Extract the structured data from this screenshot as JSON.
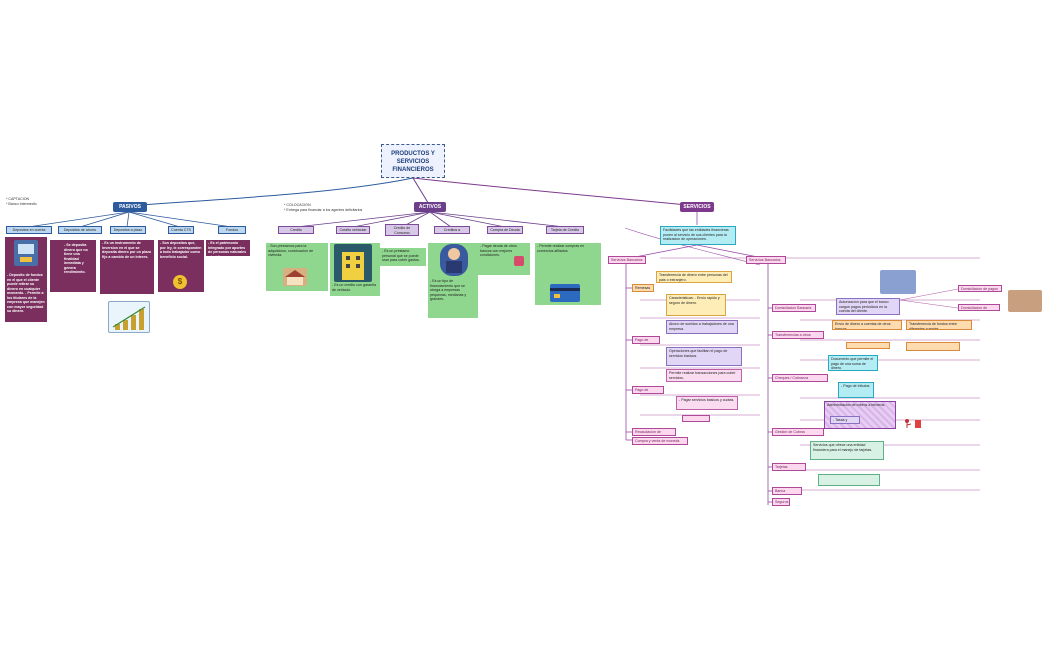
{
  "title": "PRODUCTOS Y SERVICIOS FINANCIEROS",
  "pasivos": {
    "label": "PASIVOS",
    "note1": "* CAPTACION",
    "note2": "* Banco Intermedio",
    "items": [
      {
        "label": "Depositos en cuenta corriente",
        "desc": "- Deposito de fondos en el que el cliente puede retirar su dinero en cualquier momento."
      },
      {
        "label": "Depositos de ahorro",
        "desc": "- Se deposita dinero que no tiene una finalidad inmediata y genera rendimiento."
      },
      {
        "label": "Depositos a plazo",
        "desc": "- Es un instrumento de inversion en el que se deposita dinero por un plazo fijo a cambio de un interes."
      },
      {
        "label": "Cuenta CTS",
        "desc": "- Son depositos que, por ley, le corresponden a todo trabajador como beneficio social."
      },
      {
        "label": "Fondos Mutuos",
        "desc": "- Es el patrimonio integrado por aportes de personas naturales y juridicas."
      }
    ],
    "desc1_extra": "- Permite a los titulares de la empresa que manejen con mayor seguridad su dinero."
  },
  "activos": {
    "label": "ACTIVOS",
    "note1": "* COLOCACION",
    "note2": "* Entrega para financiar a los agentes deficitarios",
    "items": [
      {
        "label": "Credito Hipotecario",
        "desc": "- Son prestamos para la adquisicion, construccion de vivienda."
      },
      {
        "label": "Credito vehicular",
        "desc": "- Es un credito con garantia de vehiculo."
      },
      {
        "label": "Credito de Consumo",
        "desc": "- Es un prestamo personal que se puede usar para cubrir gastos."
      },
      {
        "label": "Creditos a Empresas",
        "desc": "- Es un tipo de financiamiento que se otorga a empresas pequenas, medianas y grandes."
      },
      {
        "label": "Compra de Deuda",
        "desc": "- Pagar deuda de otros bancos con mejores condiciones."
      },
      {
        "label": "Tarjeta de Credito",
        "desc": "- Permite realizar compras en comercios afiliados."
      }
    ]
  },
  "servicios": {
    "label": "SERVICIOS",
    "desc": "Facilidades que las entidades financieras ponen al servicio de sus clientes para la realizacion de operaciones.",
    "left": {
      "label": "Servicios Bancarios",
      "items": [
        {
          "label": "Remesas",
          "boxes": [
            "Transferencia de dinero entre personas del pais o extranjero.",
            "Caracteristicas: - Envio rapido y seguro de dinero."
          ]
        },
        {
          "label": "Pago de haberes",
          "boxes": [
            "Abono de sueldos a trabajadores de una empresa."
          ]
        },
        {
          "label": "Pago de servicios",
          "boxes": [
            "Operaciones que facilitan el pago de servicios basicos.",
            "Permite realizar transacciones para cubrir servicios.",
            "- Pagar servicios basicos y cuotas."
          ]
        },
        {
          "label": "Recaudacion de impuestos",
          "boxes": []
        },
        {
          "label": "Compra y venta de moneda extranjera",
          "boxes": []
        }
      ]
    },
    "right": {
      "label": "Servicios Bancarios",
      "items": [
        {
          "label": "Domiciliacion Bancaria",
          "boxes": [
            "Autorizacion para que el banco cargue pagos periodicos en la cuenta del cliente."
          ]
        },
        {
          "label": "Transferencias a otros bancos",
          "boxes": [
            "Envio de dinero a cuentas de otros bancos.",
            "Transferencia de fondos entre diferentes cuentas."
          ]
        },
        {
          "label": "Cheques / Cobranza",
          "boxes": [
            "Documento que permite el pago de una suma de dinero."
          ]
        },
        {
          "label": "Gestion de Cobros",
          "boxes": [
            "Administracion de cobros a terceros.",
            "- Pago de tributos",
            "- Tasas y multas"
          ]
        },
        {
          "label": "Tarjetas Bancarias",
          "boxes": [
            "Servicios que ofrece una entidad financiera para el manejo de tarjetas."
          ]
        },
        {
          "label": "Banca Electronica",
          "boxes": []
        },
        {
          "label": "Seguros",
          "boxes": []
        }
      ],
      "side_labels": [
        "Domiciliacion de pagos",
        "Domiciliacion de cobros"
      ]
    }
  },
  "colors": {
    "pasivos": "#2c5a9c",
    "activos": "#6b3f8a",
    "servicios": "#7d3a8c"
  }
}
